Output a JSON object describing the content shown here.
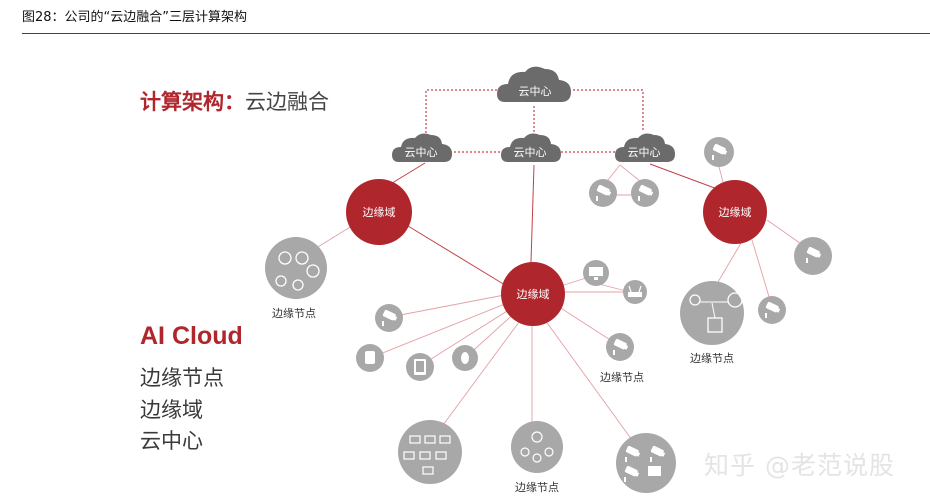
{
  "figure_title": "图28：公司的“云边融合”三层计算架构",
  "heading": {
    "bold": "计算架构：",
    "rest": "云边融合"
  },
  "brand": "AI Cloud",
  "layers": [
    "边缘节点",
    "边缘域",
    "云中心"
  ],
  "nodes": {
    "cloud_top": "云中心",
    "cloud_left": "云中心",
    "cloud_mid": "云中心",
    "cloud_right": "云中心",
    "edge_left": "边缘域",
    "edge_center": "边缘域",
    "edge_right": "边缘域"
  },
  "node_labels": {
    "left": "边缘节点",
    "right": "边缘节点",
    "center_right": "边缘节点",
    "bottom": "边缘节点"
  },
  "watermark": "知乎 @老范说股",
  "colors": {
    "accent": "#b0262d",
    "cloud": "#6b6b6b",
    "device": "#a8a8a8"
  }
}
